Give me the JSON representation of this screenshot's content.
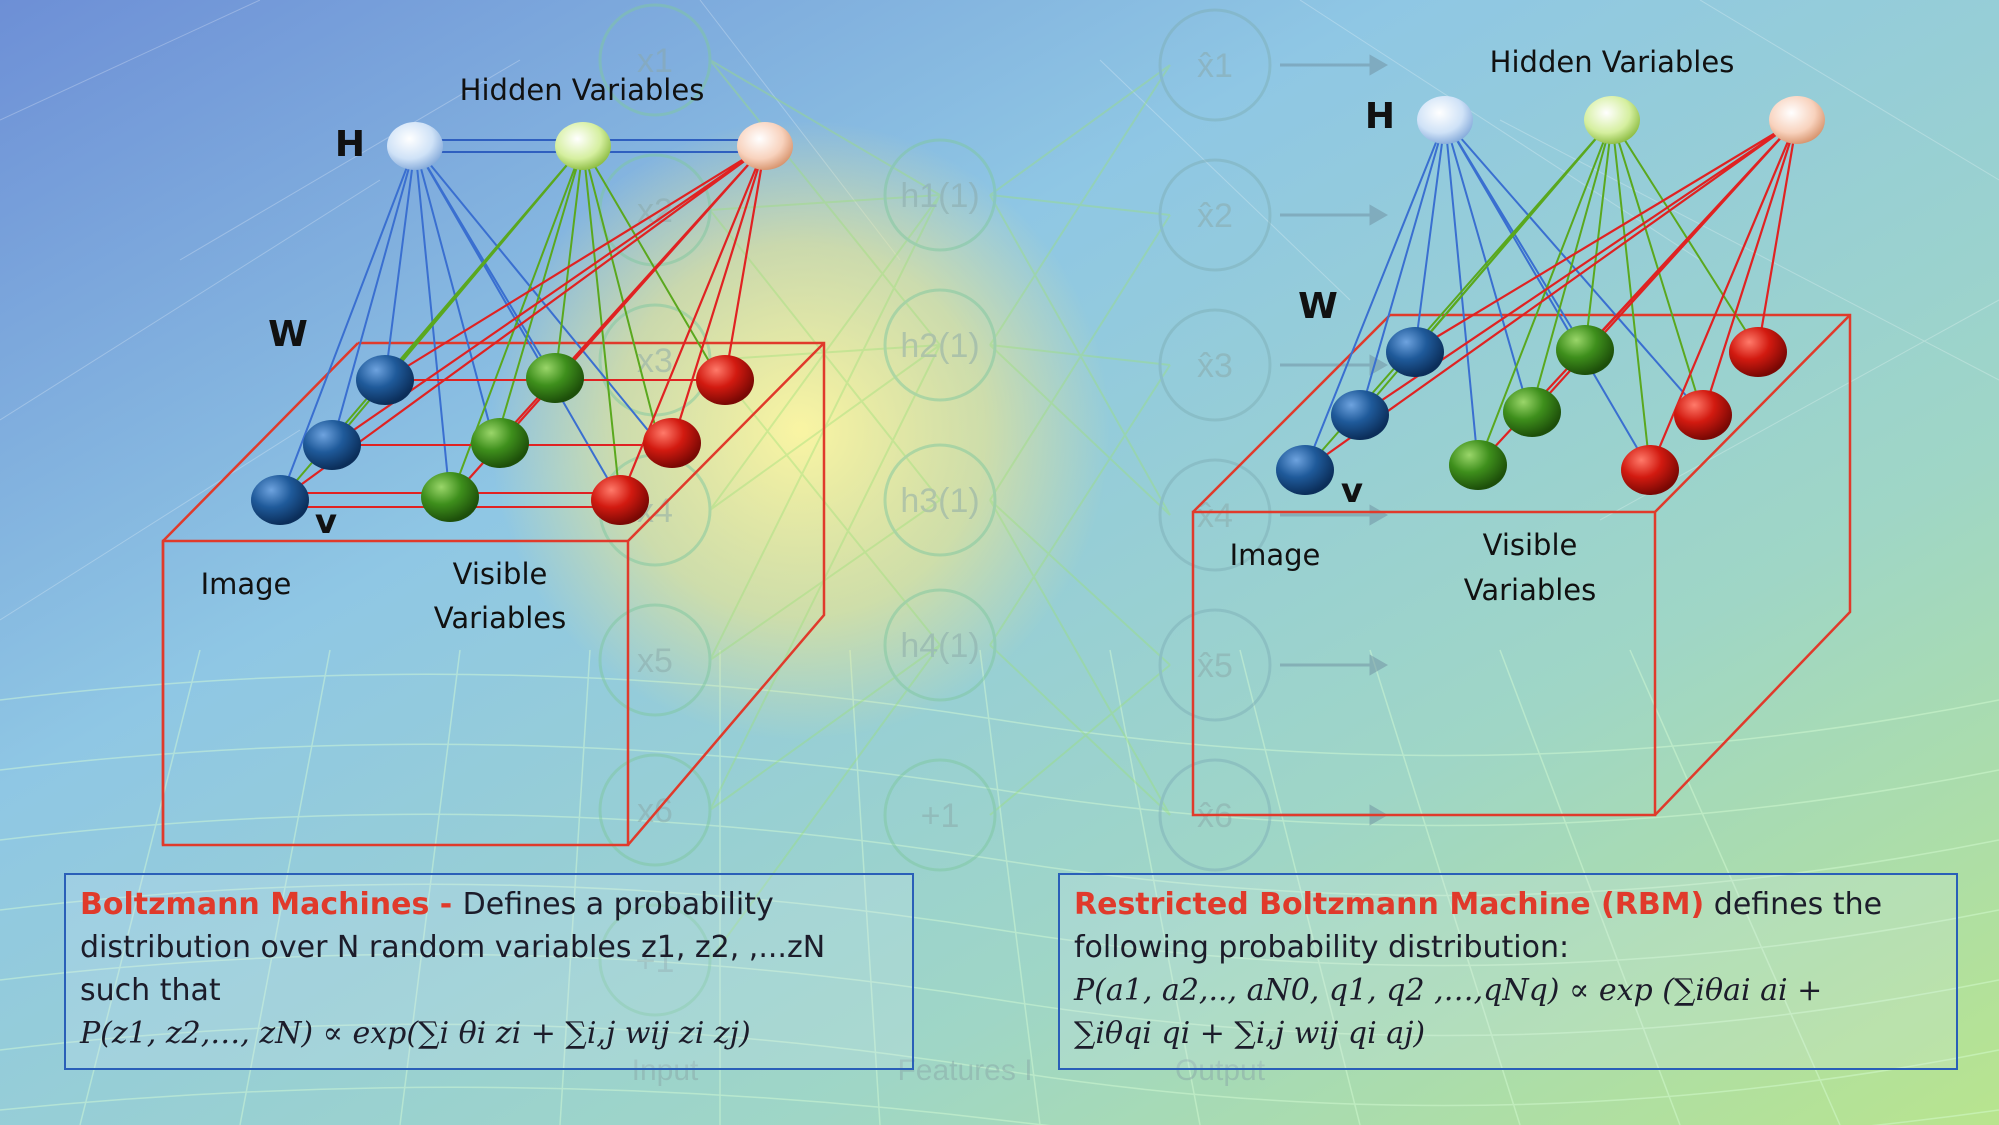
{
  "colors": {
    "blue_node": "#1f5a9a",
    "green_node": "#3e8f1c",
    "red_node": "#d21a10",
    "blue_edge": "#3a6fd0",
    "green_edge": "#5aa81e",
    "red_edge": "#e02222",
    "box_outline": "#e03a2b",
    "panel_border": "#2a5fb8",
    "highlight_text": "#e03a2b"
  },
  "background": {
    "inputs": [
      "x1",
      "x2",
      "x3",
      "x4",
      "x5",
      "x6",
      "+1"
    ],
    "hidden": [
      "h1(1)",
      "h2(1)",
      "h3(1)",
      "h4(1)",
      "+1"
    ],
    "outputs": [
      "x̂1",
      "x̂2",
      "x̂3",
      "x̂4",
      "x̂5",
      "x̂6"
    ],
    "captions": [
      "Input",
      "Features I",
      "Output"
    ]
  },
  "left": {
    "hidden_label": "Hidden Variables",
    "h_label": "H",
    "w_label": "W",
    "v_label": "v",
    "image_label": "Image",
    "visible_label_line1": "Visible",
    "visible_label_line2": "Variables"
  },
  "right": {
    "hidden_label": "Hidden Variables",
    "h_label": "H",
    "w_label": "W",
    "v_label": "v",
    "image_label": "Image",
    "visible_label_line1": "Visible",
    "visible_label_line2": "Variables"
  },
  "panel_left": {
    "title": "Boltzmann Machines",
    "sep": " - ",
    "line1": "Defines a probability",
    "line2": "distribution over N random variables z1, z2, ,...zN",
    "line3": "such that",
    "formula": "P(z1, z2,…, zN) ∝ exp(∑i θi zi + ∑i,j wij zi zj)"
  },
  "panel_right": {
    "title": "Restricted Boltzmann Machine (RBM)",
    "line1": " defines the",
    "line2": "following probability distribution:",
    "formula1": "P(a1, a2,.., aN0, q1, q2 ,…,qNq) ∝ exp (∑iθai ai +",
    "formula2": "∑iθqi qi + ∑i,j wij qi aj)"
  }
}
